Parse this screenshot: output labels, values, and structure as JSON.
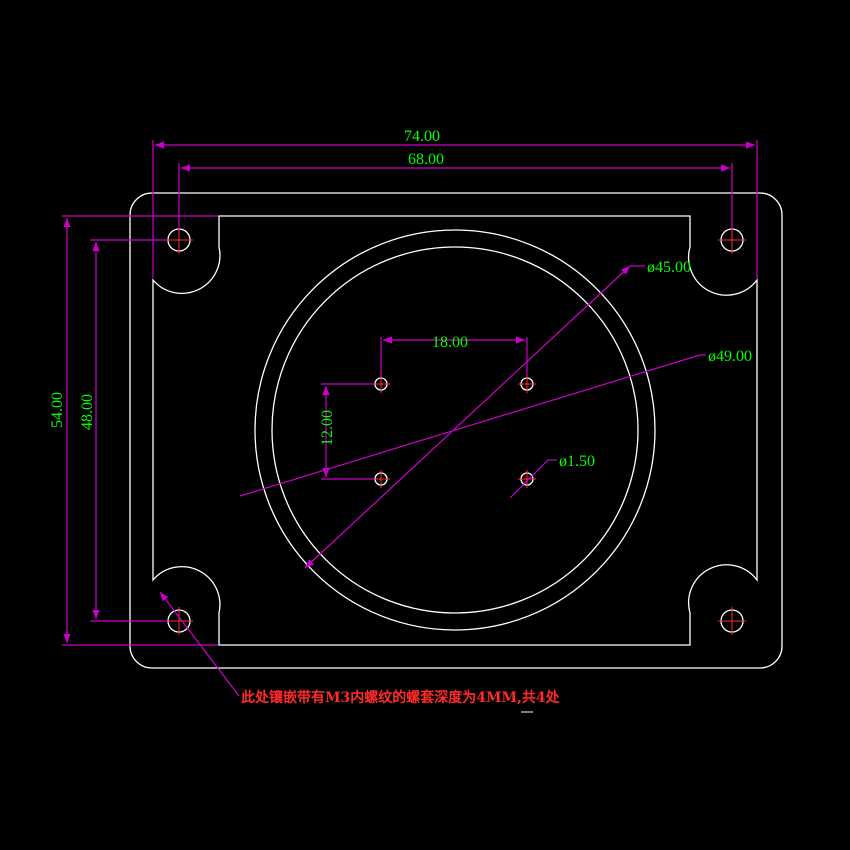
{
  "dimensions": {
    "overall_width": "74.00",
    "hole_spacing_width": "68.00",
    "overall_height": "54.00",
    "hole_spacing_height": "48.00",
    "small_hole_spacing_x": "18.00",
    "small_hole_spacing_y": "12.00",
    "inner_circle_diameter": "ø45.00",
    "outer_circle_diameter": "ø49.00",
    "small_hole_diameter": "ø1.50"
  },
  "note": "此处镶嵌带有M3内螺纹的螺套深度为4MM,共4处",
  "colors": {
    "background": "#000000",
    "outline": "#ffffff",
    "dimension_line": "#cc00cc",
    "dimension_text": "#00ff00",
    "center_mark": "#ff2a2a",
    "note_text": "#ff2a2a"
  }
}
